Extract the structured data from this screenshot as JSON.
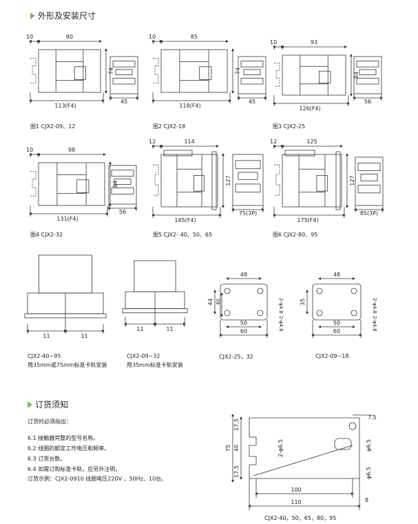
{
  "sections": {
    "dims_title": "外形及安装尺寸",
    "order_title": "订货须知"
  },
  "figures": [
    {
      "caption": "图1 CJX2-09、12",
      "d_left": "10",
      "d_top": "80",
      "d_h": "74",
      "d_bottom": "113(F4)",
      "d_side": "45"
    },
    {
      "caption": "图2 CJX2-18",
      "d_left": "10",
      "d_top": "85",
      "d_h": "74",
      "d_bottom": "118(F4)",
      "d_side": "45"
    },
    {
      "caption": "图3 CJX2-25",
      "d_left": "10",
      "d_top": "93",
      "d_h": "84",
      "d_bottom": "126(F4)",
      "d_side": "56"
    },
    {
      "caption": "图4 CJX2-32",
      "d_left": "10",
      "d_top": "98",
      "d_h": "84",
      "d_bottom": "131(F4)",
      "d_side": "56"
    },
    {
      "caption": "图5 CJX2- 40、50、65",
      "d_left": "12",
      "d_top": "114",
      "d_h": "127",
      "d_bottom": "145(F4)",
      "d_side": "75(3P)"
    },
    {
      "caption": "图6 CJX2-80、95",
      "d_left": "12",
      "d_top": "125",
      "d_h": "127",
      "d_bottom": "175(F4)",
      "d_side": "85(3P)"
    }
  ],
  "rails": [
    {
      "caption1": "CJX2-40~95",
      "caption2": "用35mm或75mm标准卡轨安装",
      "dim_a": "11",
      "dim_b": "11"
    },
    {
      "caption1": "CJX2-09~32",
      "caption2": "用35mm标准卡轨安装",
      "dim_a": "11",
      "dim_b": "11"
    }
  ],
  "mounts": [
    {
      "caption": "CJX2-25，32",
      "d_top": "48",
      "d_h1": "44",
      "d_h2": "40",
      "d_w1": "50",
      "d_w2": "60",
      "hole1": "2-φ4.8",
      "hole2": "2-φ4.8"
    },
    {
      "caption": "CJX2-09~18",
      "d_top": "48",
      "d_h1": "35",
      "d_w1": "50",
      "d_w2": "60",
      "hole1": "2-φ4.8",
      "hole2": "2-φ4.8"
    }
  ],
  "order": {
    "intro": "订货时必须指出：",
    "items": [
      "6.1  接触器完整的型号名称。",
      "6.2  线圈的额定工作电压和频率。",
      "6.3  订货台数。",
      "6.4  如需订购标准卡轨，应另外注明。"
    ],
    "example": "订货示例：CJX2-0910 线圈电压220V 、50Hz、10台。"
  },
  "big_mount": {
    "caption": "CJX2-40，50，65，80，95",
    "d_tr": "7.5",
    "d_175a": "17.5",
    "d_75": "75",
    "d_40": "40",
    "d_175b": "17.5",
    "d_2phi": "2-φ6.5",
    "d_phi1": "φ6.5",
    "d_phi2": "φ6.5",
    "d_100": "100",
    "d_110": "110",
    "d_8": "8"
  }
}
